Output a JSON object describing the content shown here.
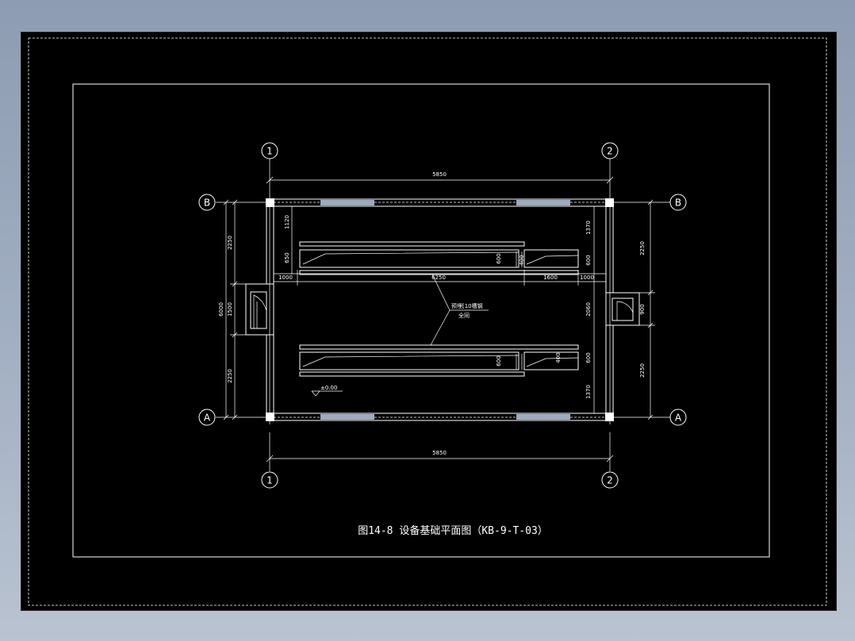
{
  "caption": "图14-8 设备基础平面图（KB-9-T-03）",
  "axes": {
    "col_1": "1",
    "col_2": "2",
    "row_a": "A",
    "row_b": "B"
  },
  "dimensions": {
    "overall_width_top": "5850",
    "overall_width_bottom": "5850",
    "left_upper_bay": "2250",
    "left_overall": "6000",
    "left_door": "1500",
    "left_lower_bay": "2250",
    "right_upper_bay": "2250",
    "right_door": "900",
    "right_lower_bay": "2250",
    "inner_top_1120": "1120",
    "inner_650": "650",
    "inner_1370_top": "1370",
    "inner_600_a": "600",
    "inner_400_a": "400",
    "inner_600_b": "600",
    "inner_2060": "2060",
    "inner_600_c": "600",
    "inner_400_b": "400",
    "inner_600_d": "600",
    "inner_1370_bottom": "1370",
    "row_1000_left": "1000",
    "row_6250": "6250",
    "row_1600": "1600",
    "row_1000_right": "1000"
  },
  "labels": {
    "leader_line1": "预埋[10槽钢",
    "leader_line2": "全同",
    "elevation": "±0.00"
  },
  "colors": {
    "background": "#000000",
    "lines": "#ffffff",
    "window": "#9eabbf"
  }
}
